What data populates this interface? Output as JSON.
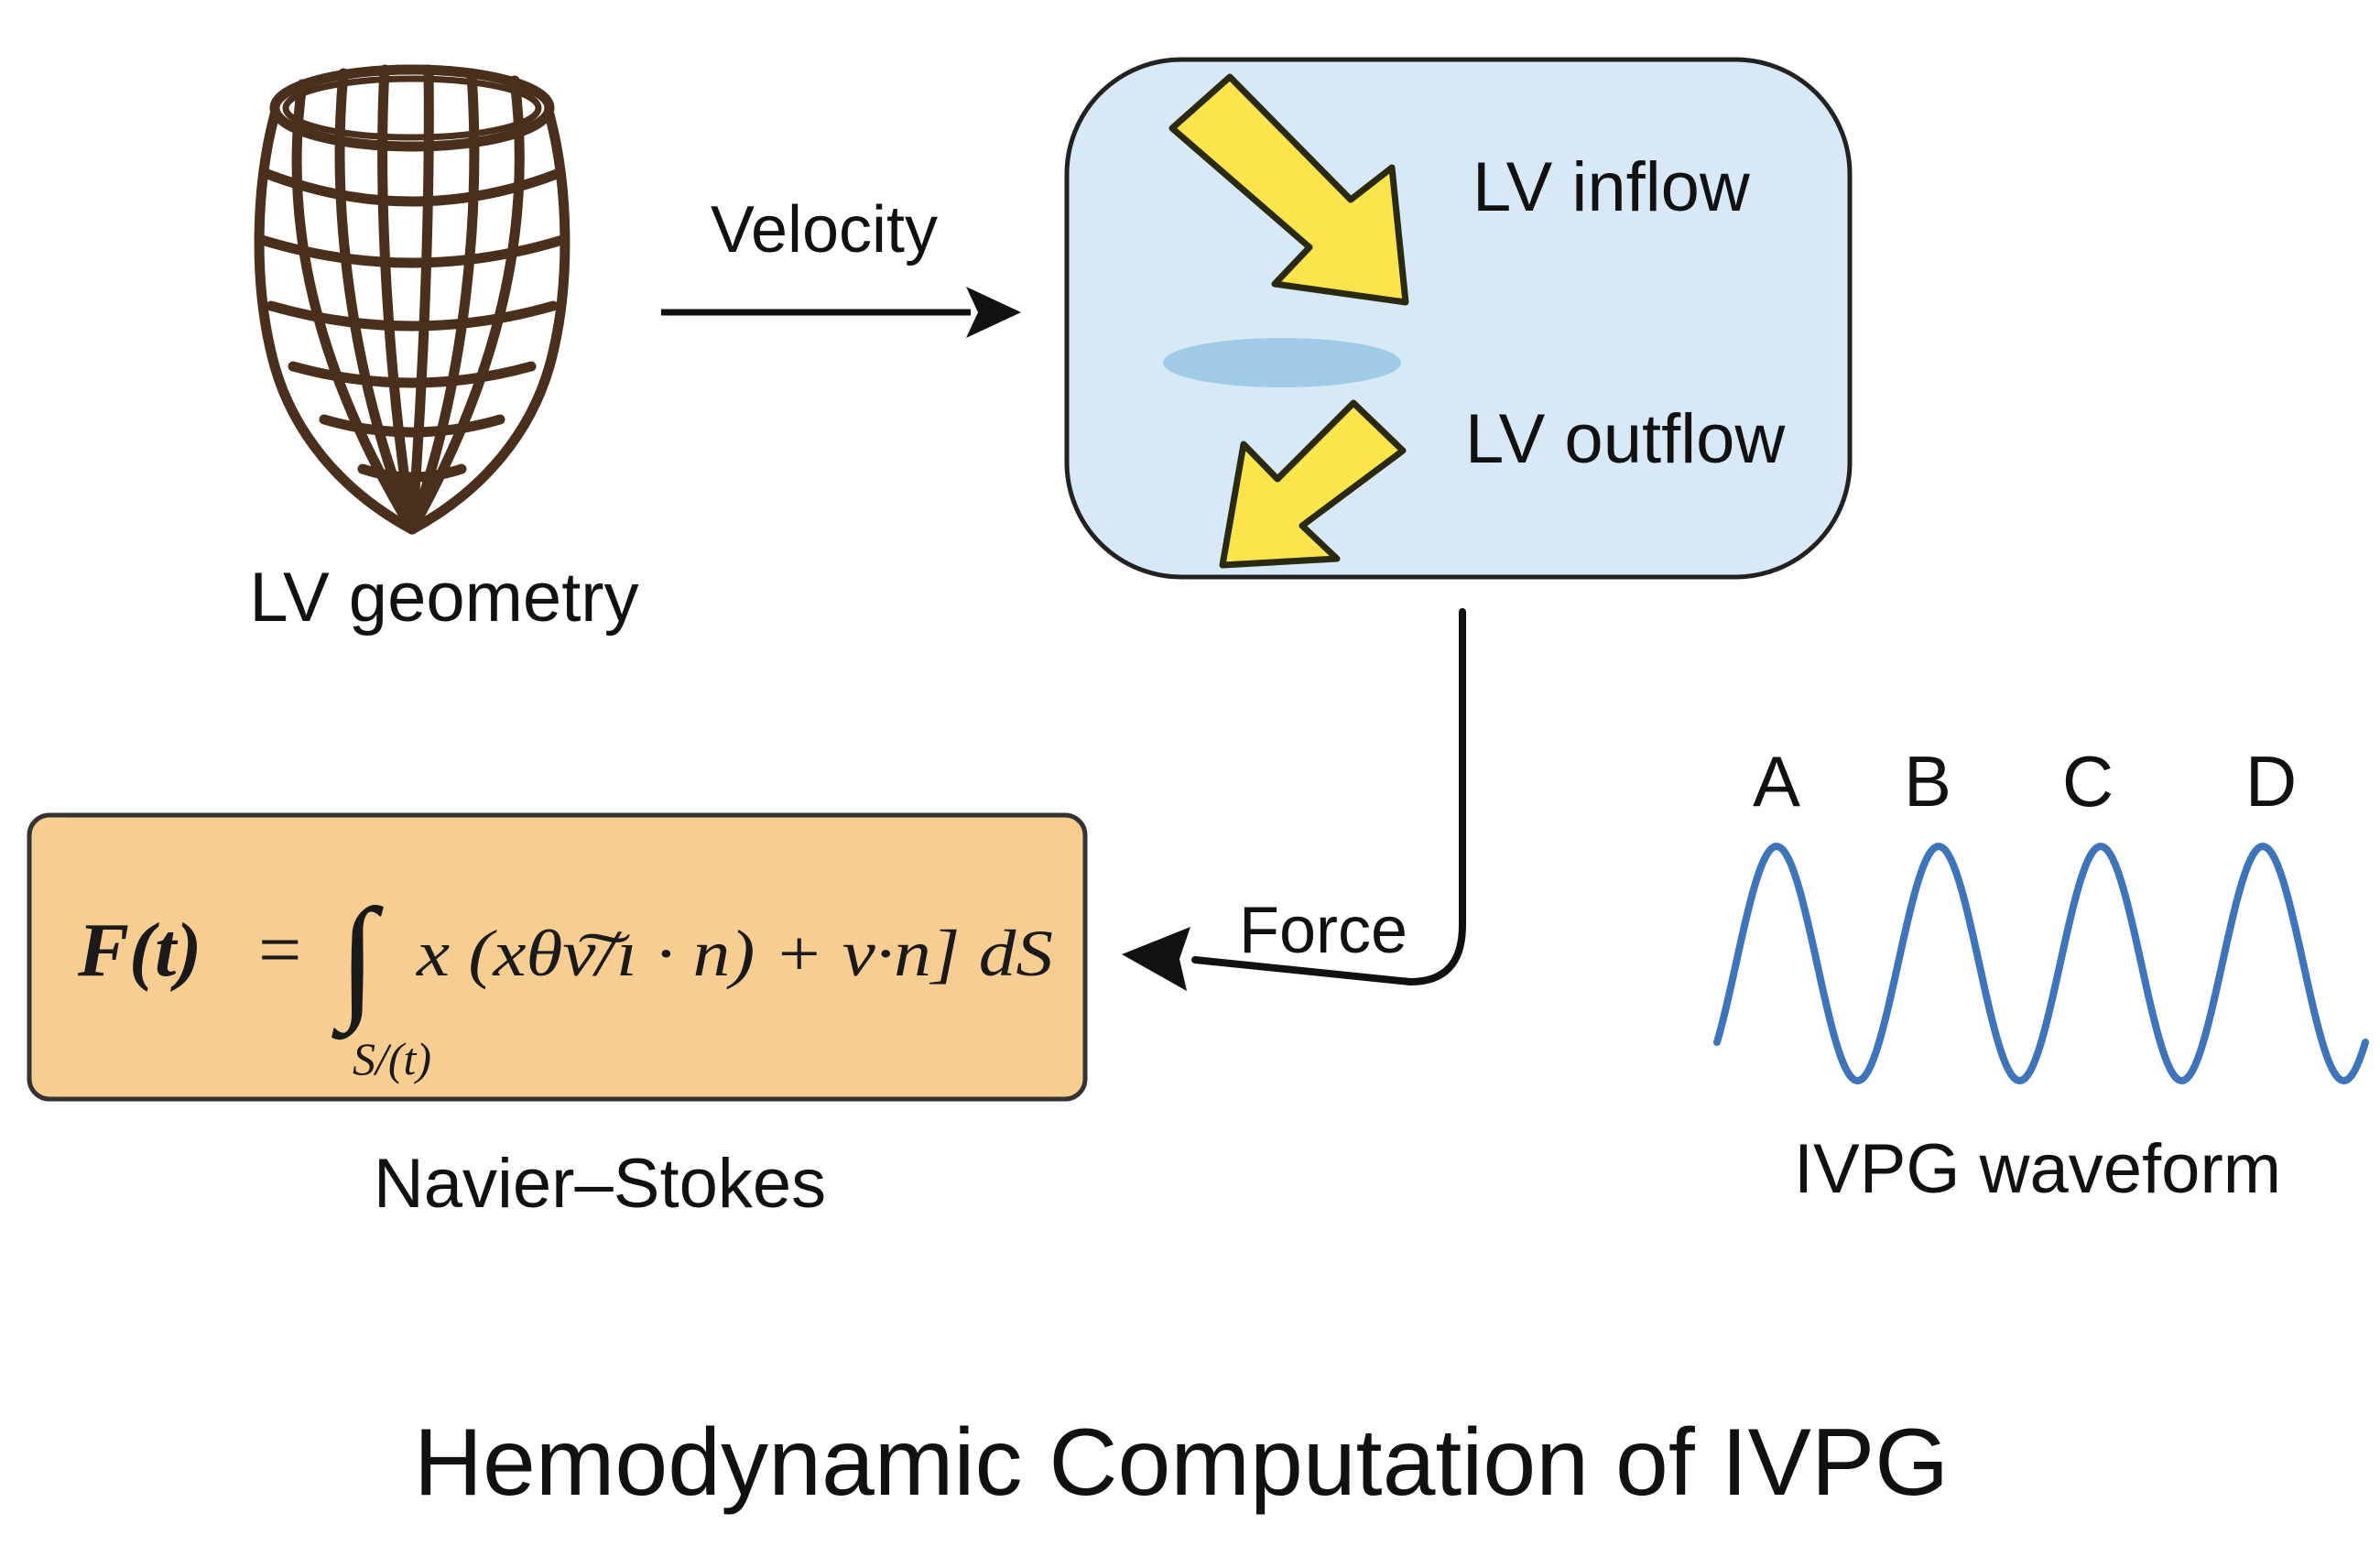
{
  "title": "Hemodynamic Computation of IVPG",
  "geometry": {
    "label": "LV geometry"
  },
  "arrows": {
    "velocity_label": "Velocity",
    "force_label": "Force"
  },
  "flow_box": {
    "inflow_label": "LV inflow",
    "outflow_label": "LV outflow"
  },
  "equation": {
    "lhs": "F(t)",
    "equals": "=",
    "integral": "∫",
    "body": "x (xθv͠/ı · n) + v·n] dS",
    "subscript": "S/(t)",
    "caption": "Navier–Stokes"
  },
  "waveform": {
    "label": "IVPG waveform",
    "peaks": [
      "A",
      "B",
      "C",
      "D"
    ],
    "peak_count": 4
  },
  "colors": {
    "wireframe": "#4a2f1d",
    "flow_box_fill": "#d7e8f7",
    "flow_box_stroke": "#222222",
    "arrow_yellow": "#fbe44c",
    "arrow_outline": "#2a2a10",
    "ellipse": "#9fcbe6",
    "equation_box_fill": "#f8cd92",
    "equation_box_stroke": "#333333",
    "wave": "#3e74ba"
  }
}
